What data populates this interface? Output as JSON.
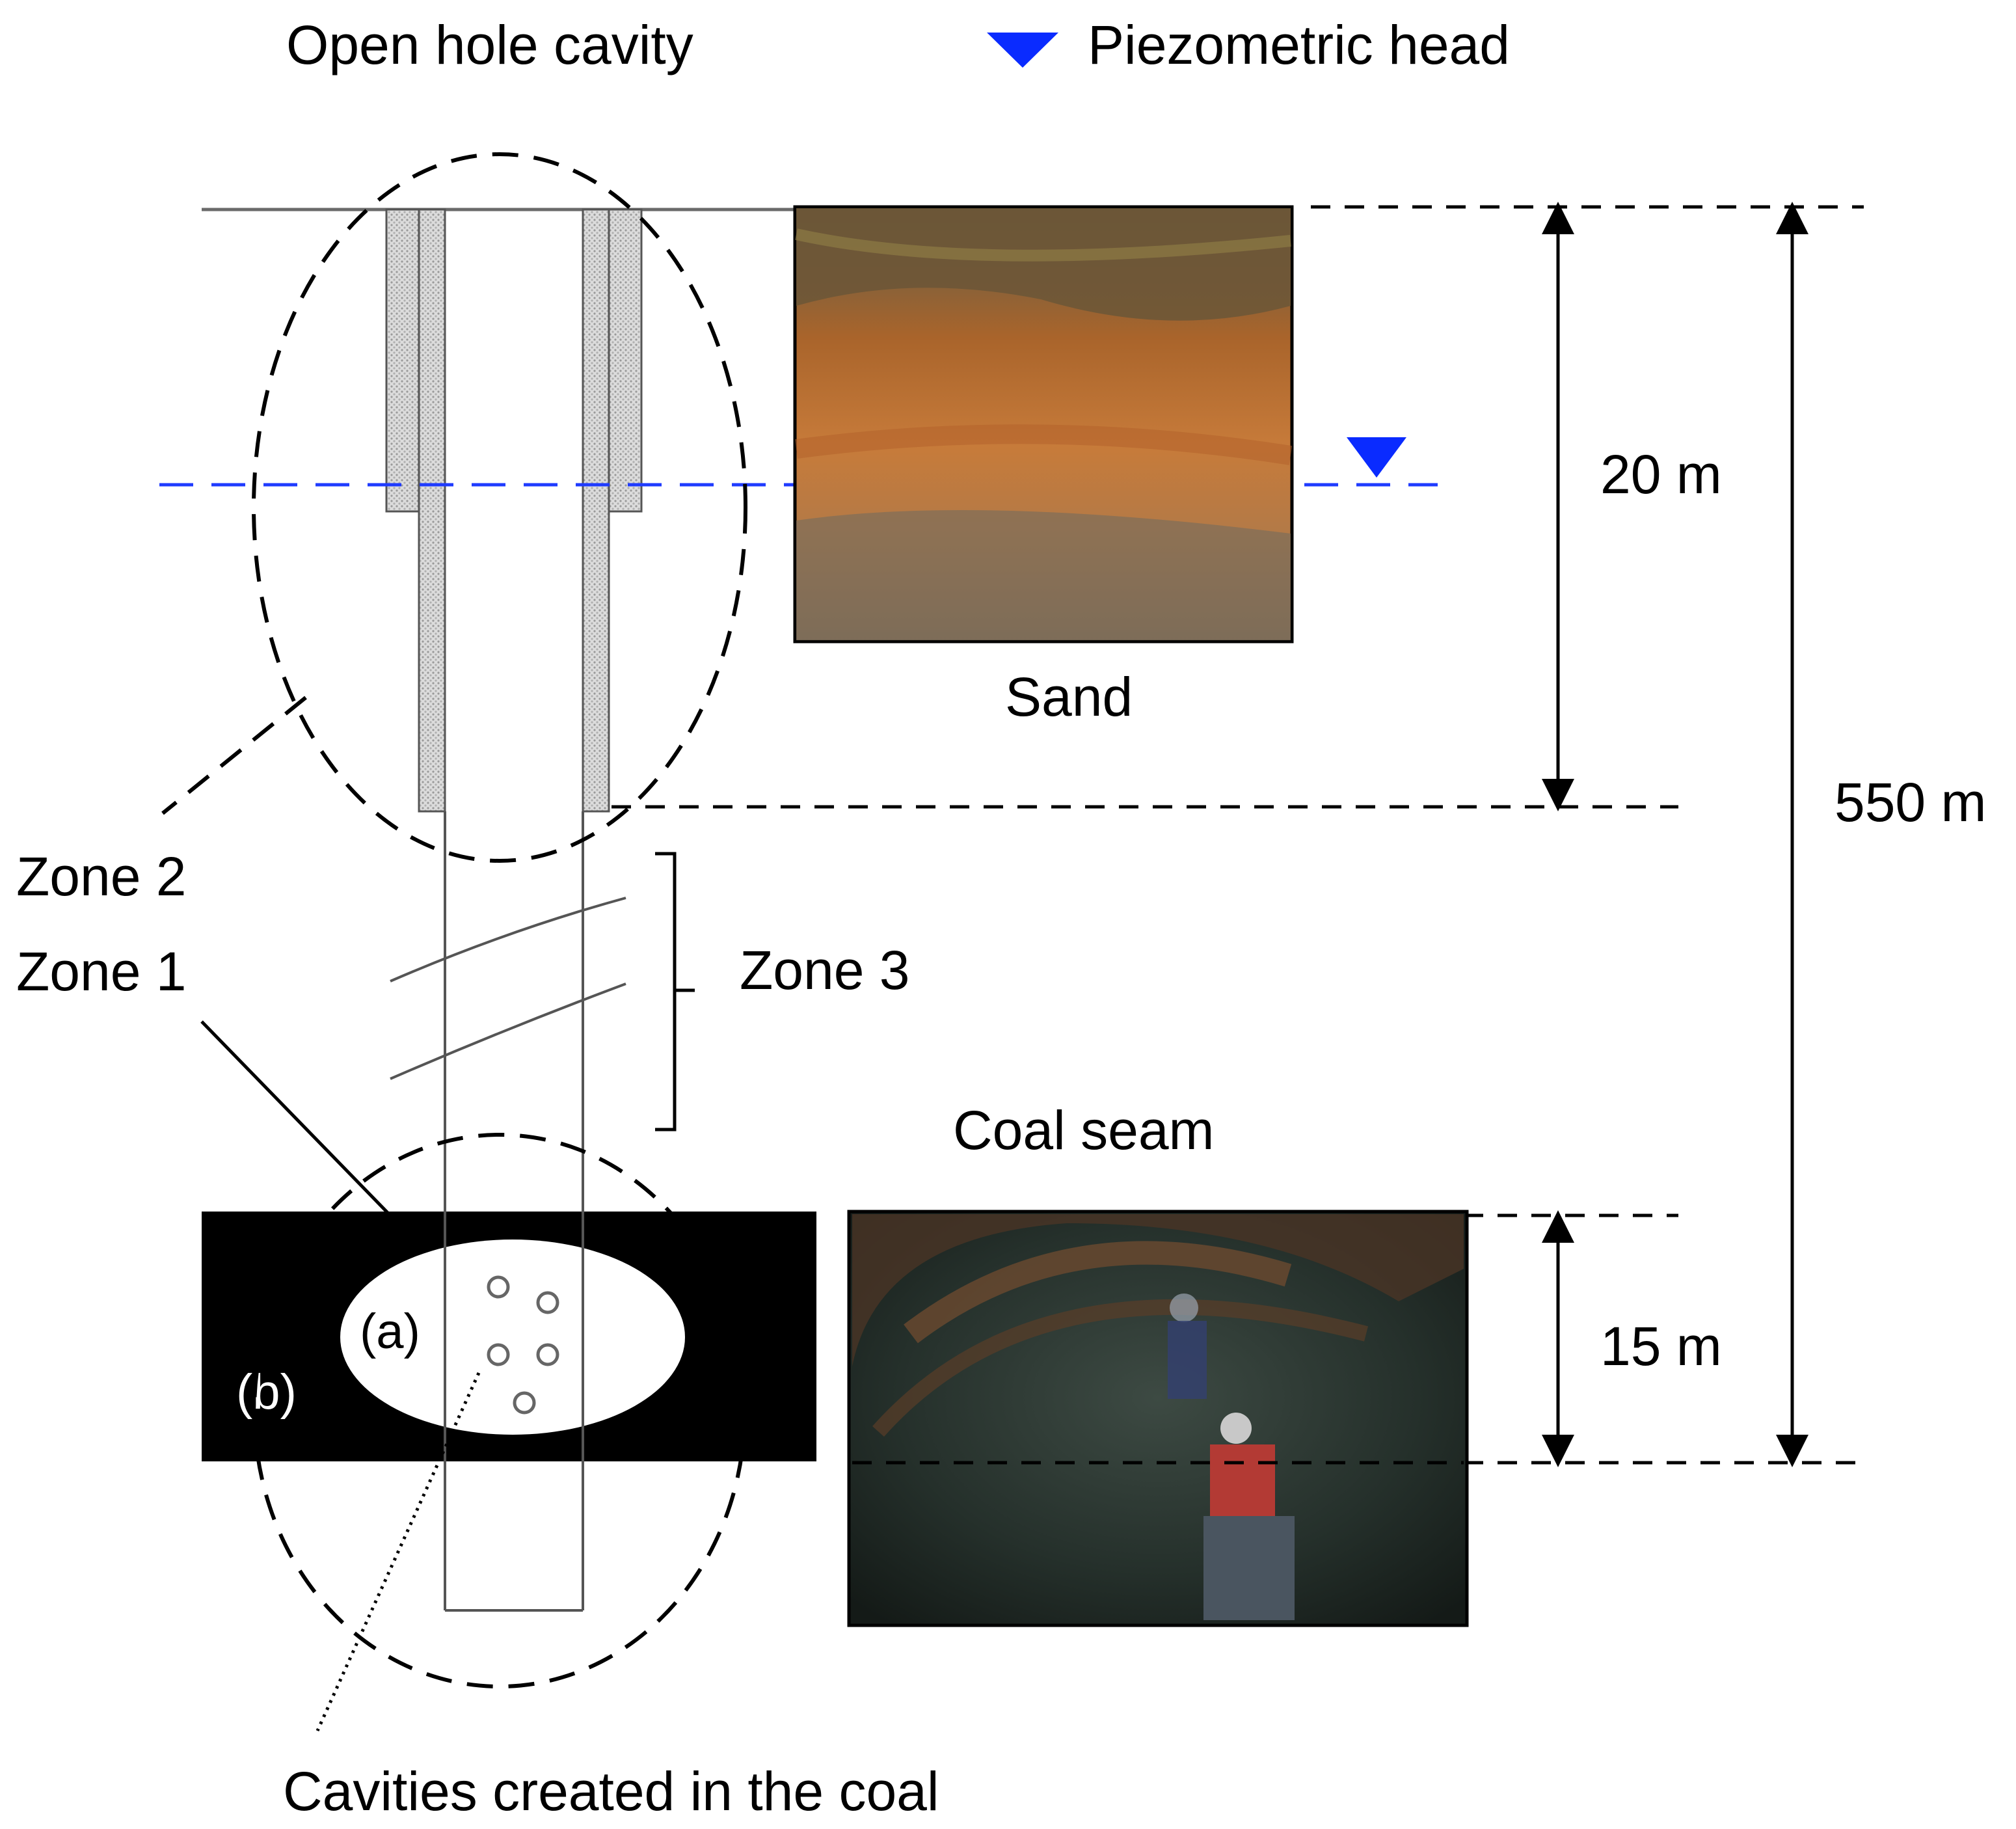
{
  "legend": {
    "open_hole_cavity": "Open hole cavity",
    "piezometric_head": "Piezometric head",
    "piezometric_icon": "triangle-down-icon",
    "piezometric_color": "#0a2bff"
  },
  "layers": {
    "sand_label": "Sand",
    "coal_seam_label": "Coal seam"
  },
  "dimensions": {
    "sand_depth": "20 m",
    "seam_thickness": "15 m",
    "total_depth": "550 m"
  },
  "zones": {
    "zone1": "Zone 1",
    "zone2": "Zone 2",
    "zone3": "Zone 3"
  },
  "cavity": {
    "inner_label": "(a)",
    "outer_label": "(b)",
    "caption": "Cavities created in the coal"
  },
  "colors": {
    "coal": "#000000",
    "water_line": "#1f3bff",
    "casing": "#d8d8d8"
  }
}
